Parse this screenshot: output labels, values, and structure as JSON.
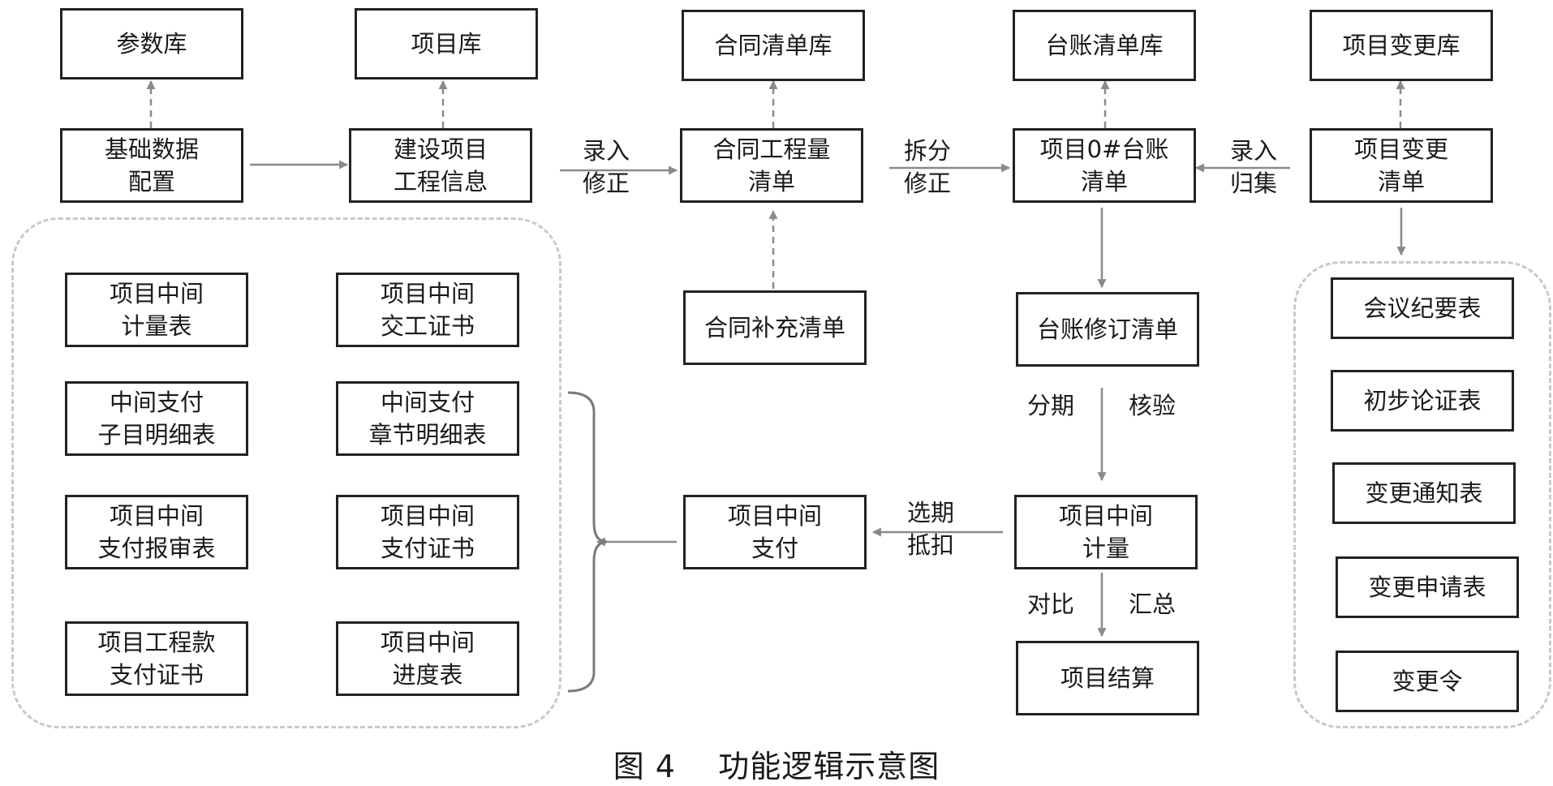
{
  "diagram": {
    "top_row": {
      "param_db": "参数库",
      "project_db": "项目库",
      "contract_list_db": "合同清单库",
      "ledger_list_db": "台账清单库",
      "change_db": "项目变更库"
    },
    "main_row": {
      "base_data": "基础数据\n配置",
      "project_info": "建设项目\n工程信息",
      "contract_qty": "合同工程量\n清单",
      "ledger0": "项目0#台账\n清单",
      "change_list": "项目变更\n清单"
    },
    "edge_labels": {
      "input_fix": "录入\n修正",
      "split_fix": "拆分\n修正",
      "input_collect": "录入\n归集",
      "installment": "分期",
      "verify": "核验",
      "select_deduct": "选期\n抵扣",
      "compare": "对比",
      "summary": "汇总"
    },
    "middle": {
      "contract_supplement": "合同补充清单",
      "ledger_revision": "台账修订清单",
      "interim_measure": "项目中间\n计量",
      "interim_payment": "项目中间\n支付",
      "settlement": "项目结算"
    },
    "left_group": [
      "项目中间\n计量表",
      "项目中间\n交工证书",
      "中间支付\n子目明细表",
      "中间支付\n章节明细表",
      "项目中间\n支付报审表",
      "项目中间\n支付证书",
      "项目工程款\n支付证书",
      "项目中间\n进度表"
    ],
    "right_group": [
      "会议纪要表",
      "初步论证表",
      "变更通知表",
      "变更申请表",
      "变更令"
    ]
  },
  "caption": "图 4    功能逻辑示意图"
}
